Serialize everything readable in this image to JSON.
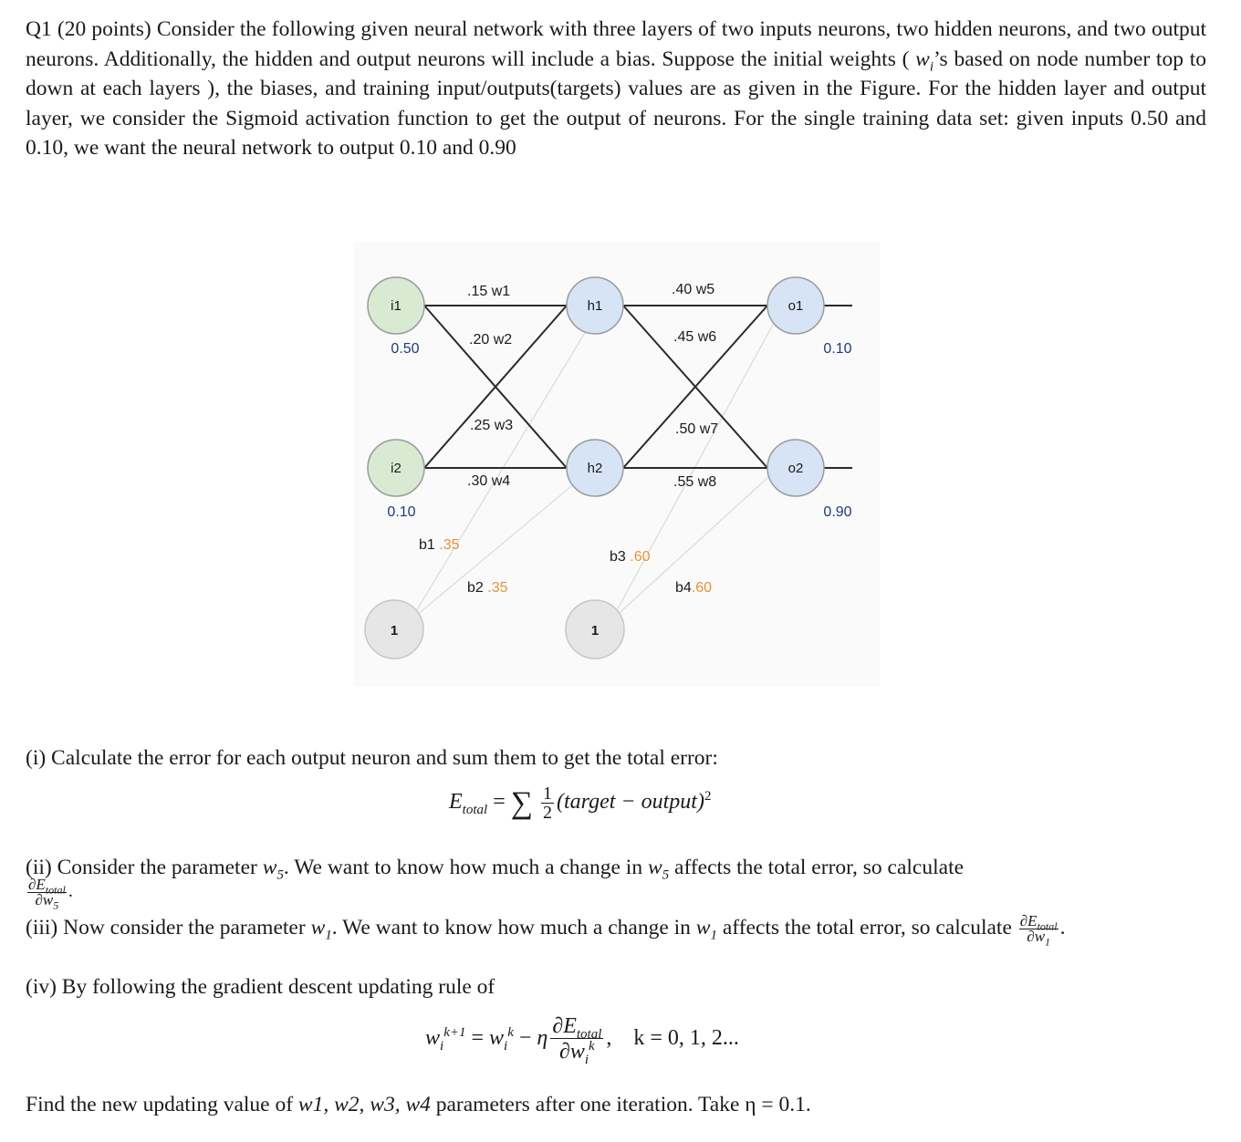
{
  "intro": {
    "label": "Q1 (20 points)",
    "text1": "Consider the following given neural network with three layers of two inputs neurons, two hidden neurons, and two output neurons. Additionally, the hidden and output neurons will include a bias. Suppose the initial weights (",
    "w_sym": "w",
    "w_sub": "i",
    "text2": "’s based on node number top to down at each layers ), the biases, and training input/outputs(targets) values are as given in the Figure. For the hidden layer and output layer, we consider the Sigmoid activation function to get the output of neurons. For the single training data set: given inputs 0.50 and 0.10, we want the neural network to output 0.10 and 0.90"
  },
  "network": {
    "nodes": {
      "i1": "i1",
      "i2": "i2",
      "h1": "h1",
      "h2": "h2",
      "o1": "o1",
      "o2": "o2",
      "bias1": "1",
      "bias2": "1"
    },
    "inputs": {
      "i1": "0.50",
      "i2": "0.10"
    },
    "targets": {
      "o1": "0.10",
      "o2": "0.90"
    },
    "weights": {
      "w1": {
        "value": ".15",
        "name": "w1"
      },
      "w2": {
        "value": ".20",
        "name": "w2"
      },
      "w3": {
        "value": ".25",
        "name": "w3"
      },
      "w4": {
        "value": ".30",
        "name": "w4"
      },
      "w5": {
        "value": ".40",
        "name": "w5"
      },
      "w6": {
        "value": ".45",
        "name": "w6"
      },
      "w7": {
        "value": ".50",
        "name": "w7"
      },
      "w8": {
        "value": ".55",
        "name": "w8"
      }
    },
    "biases": {
      "b1": {
        "name": "b1",
        "value": ".35"
      },
      "b2": {
        "name": "b2",
        "value": ".35"
      },
      "b3": {
        "name": "b3",
        "value": ".60"
      },
      "b4": {
        "name": "b4",
        "value": ".60"
      }
    },
    "colors": {
      "input_node": "#d9ead3",
      "hidden_output_node": "#d6e4f5",
      "bias_node": "#e6e6e6",
      "value_blue": "#1f3b7a",
      "bias_orange": "#e69138"
    }
  },
  "part_i": {
    "text": "(i) Calculate the error for each output neuron and sum them to get the total error:",
    "eq_lhs": "E",
    "eq_lhs_sub": "total",
    "eq_rhs": "(target − output)",
    "eq_exp": "2"
  },
  "part_ii": {
    "text1": "(ii) Consider the parameter",
    "text2": ". We want to know how much a change in",
    "text3": "affects the total error, so calculate",
    "param": "w",
    "param_sub": "5"
  },
  "part_iii": {
    "text1": "(iii) Now consider the parameter",
    "text2": ". We want to know how much a change in",
    "text3": "affects the total error, so calculate",
    "param": "w",
    "param_sub": "1"
  },
  "part_iv": {
    "text": "(iv) By following the gradient descent updating rule of",
    "k_range": "k = 0, 1, 2..."
  },
  "final": {
    "text1": "Find the new updating value of",
    "params": "w1, w2, w3, w4",
    "text2": "parameters after one iteration. Take",
    "eta_value": "η = 0.1."
  }
}
